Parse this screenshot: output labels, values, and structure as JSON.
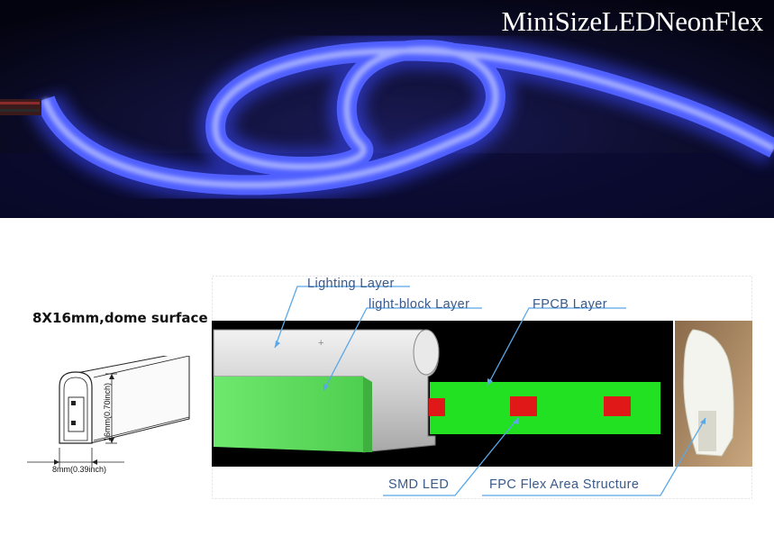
{
  "banner": {
    "title": "MiniSizeLEDNeonFlex"
  },
  "profile": {
    "spec_title": "8X16mm,dome surface",
    "width_dimension": "8mm(0.39inch)",
    "height_dimension": "16mm(0.70inch)"
  },
  "structure": {
    "labels": {
      "lighting_layer": "Lighting Layer",
      "light_block_layer": "light-block Layer",
      "fpcb_layer": "FPCB Layer",
      "smd_led": "SMD LED",
      "fpc_flex_area": "FPC Flex Area Structure"
    }
  },
  "colors": {
    "neon_glow": "#4a5cff",
    "light_block_green": "#66e466",
    "fpcb_green": "#22e022",
    "smd_red": "#e01818",
    "label_blue": "#3a5a8a"
  }
}
